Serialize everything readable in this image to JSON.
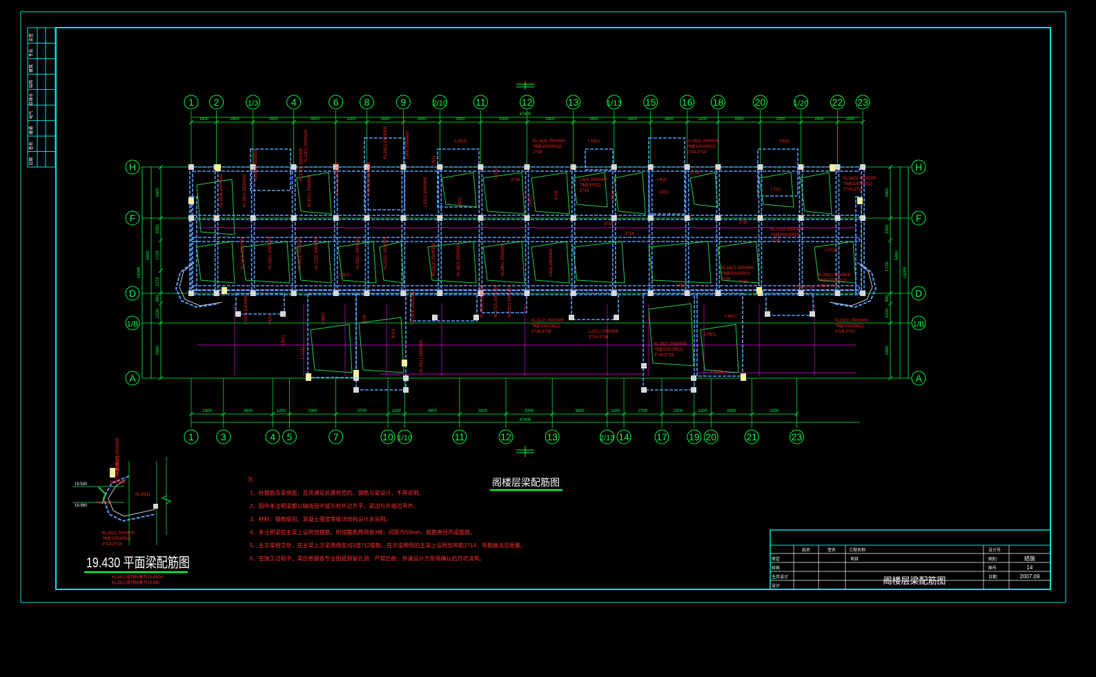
{
  "colors": {
    "background": "#000000",
    "frame": "#00e5e5",
    "axis": "#00ff40",
    "beam": "#ff2a2a",
    "column": "#d8d8d8",
    "wall": "#5aa0ff",
    "dim": "#00ff40",
    "aux": "#ff00ff",
    "titleText": "#ffffff",
    "notes": "#ff3030"
  },
  "axes": {
    "top": [
      "1",
      "2",
      "1/3",
      "4",
      "6",
      "8",
      "9",
      "2/10",
      "11",
      "12",
      "13",
      "1/13",
      "15",
      "16",
      "18",
      "20",
      "1/20",
      "22",
      "23"
    ],
    "bottom": [
      "1",
      "3",
      "4",
      "5",
      "7",
      "10",
      "1/10",
      "11",
      "12",
      "13",
      "2/13",
      "14",
      "17",
      "19",
      "20",
      "21",
      "23"
    ],
    "left": [
      "H",
      "F",
      "D",
      "1/B",
      "A"
    ],
    "right": [
      "H",
      "F",
      "D",
      "1/B",
      "A"
    ]
  },
  "dimensions": {
    "top_spans": [
      "1800",
      "2600",
      "2900",
      "3000",
      "2200",
      "2600",
      "2600",
      "2900",
      "3300",
      "3300",
      "2900",
      "2600",
      "2600",
      "2200",
      "3000",
      "2900",
      "2600",
      "1800"
    ],
    "top_total": "47600",
    "bottom_spans": [
      "2300",
      "3500",
      "1200",
      "3300",
      "3700",
      "1200",
      "3900",
      "3300",
      "3300",
      "3900",
      "1200",
      "2700",
      "2300",
      "1200",
      "2900",
      "3200"
    ],
    "bottom_total": "47600",
    "left_vertical": [
      "3400",
      "2500",
      "1728",
      "1273",
      "900",
      "2100",
      "1900"
    ],
    "left_groups": [
      "5400",
      "15000"
    ],
    "right_vertical": [
      "3400",
      "2500",
      "1728",
      "900",
      "2100",
      "1900"
    ],
    "right_groups": [
      "5400",
      "15000"
    ]
  },
  "beam_labels": [
    "KL14(4) 250X500",
    "?8@100/200(2)",
    "2?18",
    "KL15(1) 250X500",
    "?8@100/200(2)",
    "2?14;2?14",
    "KL16(3) 250X500",
    "?8@100/200(2)",
    "2?16;2?18",
    "KL17(2) 200X400",
    "?8@100/200(2)",
    "2?16",
    "KL23(1) 250X500",
    "?8@100/200(2)",
    "2?16;2?18",
    "KL22(1) 250X500",
    "?8@100/200(2)",
    "2?16;2?14",
    "KL21(2) 250X500",
    "?8@100/200(2)",
    "2?16;2?18",
    "KL18(2) 250X500",
    "?8@100/200(2)",
    "2?18",
    "KL28(1) 250X500",
    "?8@100/200(2)",
    "2?16;2?18",
    "L6(4) 250X400",
    "?8@200(2)",
    "2?14",
    "L12(1) 200X400",
    "2?14;2?16",
    "L3(2)",
    "L4(1)",
    "L5(1)",
    "L7(1)",
    "L8(1)",
    "L9(1)",
    "L10(1)",
    "L11(1)",
    "L13(1)",
    "L15(1)",
    "L16(1)",
    "L17(1)",
    "3?16",
    "3?18",
    "2?14",
    "2?16",
    "3?14",
    "2?18",
    "2?16+2?18"
  ],
  "inset": {
    "title": "19.430 平面梁配筋图",
    "elev_a": "19.530",
    "elev_b": "19.960",
    "notes": [
      "KL24(1)梁顶标高为19.430m",
      "KL25(1)梁顶标高为19.960"
    ],
    "labels": [
      "KL21(2) 250X500",
      "?8@100(2)",
      "2?16;3?18",
      "KL10(1)",
      "KL24(1)",
      "KL25(1)",
      "KL25(1) 250X500",
      "?8@100/200(2)",
      "3?14;3?18"
    ]
  },
  "drawing_title": "阁楼层梁配筋图",
  "notes": {
    "heading": "注:",
    "items": [
      "1、柱钢筋及梁侧面，且须满足抗震规范的，钢筋与梁设计，不再说明。",
      "2、图中未注明梁都以轴线居中或与柱外边齐平，梁边与外墙边平齐。",
      "3、材料：钢筋级别、混凝土强度等级详结构设计总说明。",
      "4、未注明梁在主梁上设附加箍筋，附加箍筋两侧各3根，间距为50mm，箍筋直径同梁箍筋。",
      "5、主次梁相交处，在主梁上次梁两侧各加3道?12箍筋，在次梁两侧的主梁上设附加吊筋2?14，吊筋做法见图集。",
      "6、在施工过程中，梁应根据各专业图纸预留孔洞，严禁后凿，并请设计方现场确认后方可浇筑。"
    ]
  },
  "side_table": {
    "rows": [
      "会签",
      "专业",
      "建筑",
      "结构",
      "给排水",
      "电气",
      "暖通",
      "签名",
      "日期"
    ]
  },
  "title_block": {
    "h_name": "姓名",
    "h_sign": "签名",
    "project_label": "工程名称",
    "item_label": "项目",
    "roles": [
      "审定",
      "校核",
      "主持设计",
      "设计"
    ],
    "right_labels": [
      "设计号",
      "图别",
      "图号",
      "日期"
    ],
    "right_values": [
      "",
      "结施",
      "14",
      "2007.09"
    ],
    "drawing_name": "阁楼层梁配筋图"
  }
}
